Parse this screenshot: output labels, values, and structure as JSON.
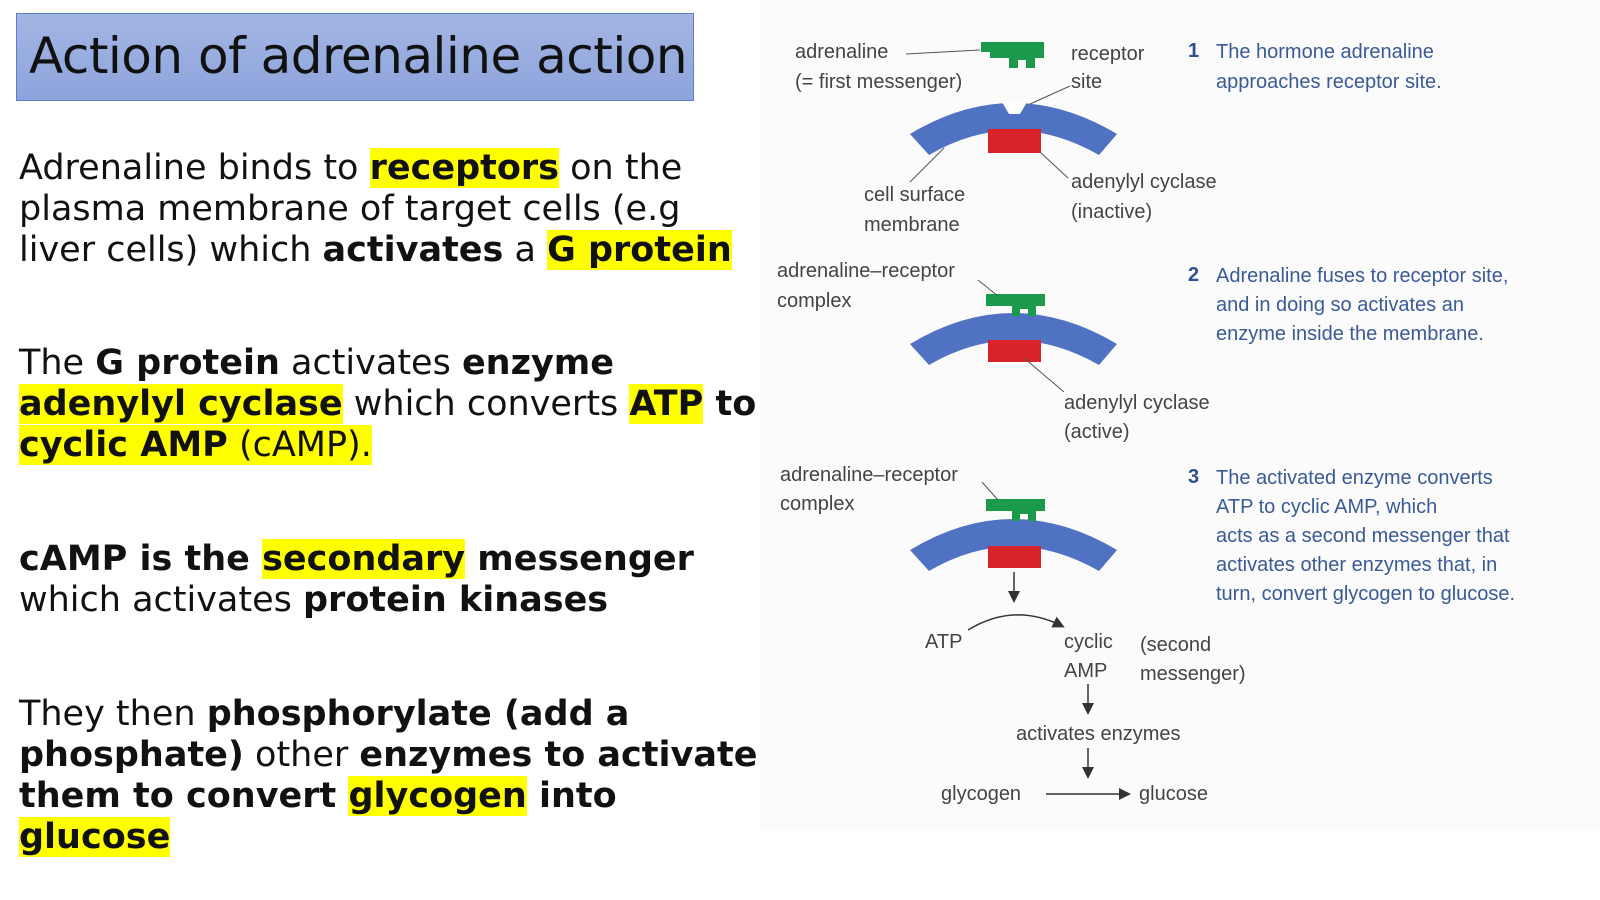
{
  "title": "Action of adrenaline action",
  "paragraphs": {
    "p1": {
      "t1": "Adrenaline binds to ",
      "t2": "receptors",
      "t3": " on the plasma membrane of target cells (e.g liver cells) which ",
      "t4": "activates",
      "t5": " a ",
      "t6": "G protein"
    },
    "p2": {
      "t1": "The ",
      "t2": "G protein",
      "t3": " activates ",
      "t4": "enzyme ",
      "t5": "adenylyl cyclase",
      "t6": " which converts ",
      "t7": "ATP",
      "t8": " to ",
      "t9": "cyclic AMP",
      "t10": " (cAMP)."
    },
    "p3": {
      "t1": "cAMP is the ",
      "t2": "secondary",
      "t3": " messenger",
      "t4": " which activates ",
      "t5": "protein kinases"
    },
    "p4": {
      "t1": "They then ",
      "t2": "phosphorylate (add a phosphate)",
      "t3": " other ",
      "t4": "enzymes to activate them to convert ",
      "t5": "glycogen",
      "t6": " into ",
      "t7": "glucose"
    }
  },
  "diagram": {
    "labels": {
      "adrenaline": "adrenaline",
      "first_messenger": "(= first messenger)",
      "receptor": "receptor",
      "site": "site",
      "cell_surface": "cell surface",
      "membrane": "membrane",
      "adenylyl_cyclase_1": "adenylyl cyclase",
      "inactive": "(inactive)",
      "complex_a_1": "adrenaline–receptor",
      "complex_b_1": "complex",
      "adenylyl_cyclase_2": "adenylyl cyclase",
      "active": "(active)",
      "complex_a_2": "adrenaline–receptor",
      "complex_b_2": "complex",
      "atp": "ATP",
      "cyclic": "cyclic",
      "amp": "AMP",
      "second": "(second",
      "messenger": "messenger)",
      "activates_enzymes": "activates enzymes",
      "glycogen": "glycogen",
      "glucose": "glucose"
    },
    "steps": [
      {
        "num": "1",
        "lines": [
          "The hormone adrenaline",
          "approaches receptor site."
        ]
      },
      {
        "num": "2",
        "lines": [
          "Adrenaline fuses to receptor site,",
          "and in doing so activates an",
          "enzyme inside the membrane."
        ]
      },
      {
        "num": "3",
        "lines": [
          "The activated enzyme converts",
          "ATP to cyclic AMP, which",
          "acts as a second messenger that",
          "activates other enzymes that, in",
          "turn, convert glycogen to glucose."
        ]
      }
    ],
    "colors": {
      "membrane": "#4f72c2",
      "adrenaline": "#1a9a4a",
      "enzyme": "#d8232a",
      "step_number": "#2f4f8f",
      "step_text": "#3a5a96",
      "label": "#444444"
    }
  }
}
